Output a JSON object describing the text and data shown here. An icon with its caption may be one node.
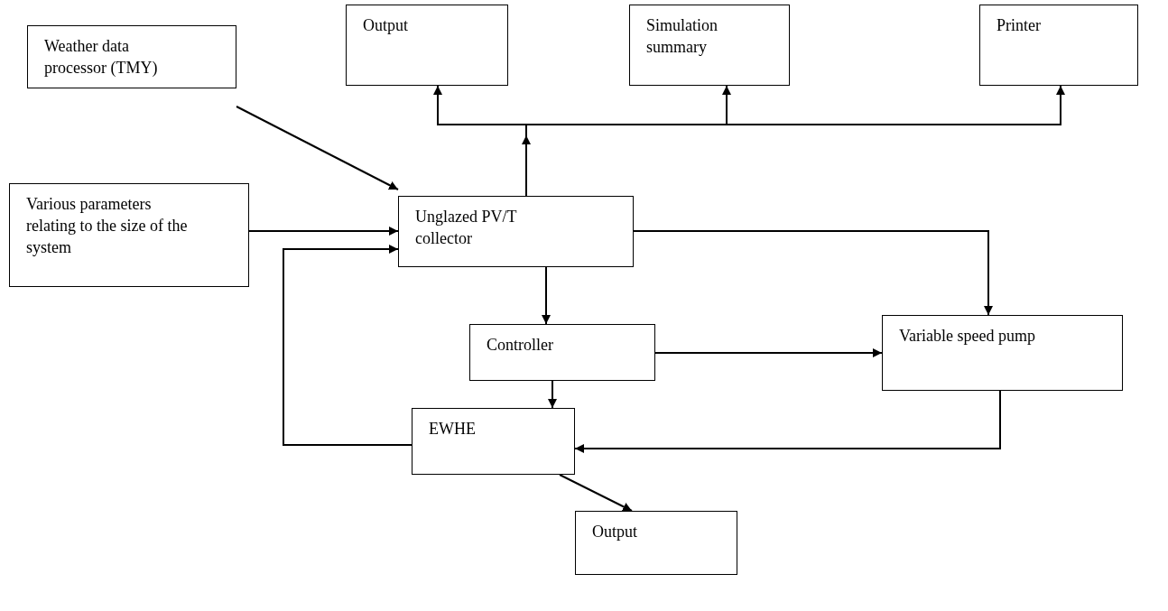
{
  "diagram": {
    "nodes": [
      {
        "text": [
          "Weather data processor (TMY)"
        ]
      },
      {
        "text": [
          "Output"
        ]
      },
      {
        "text": [
          "Simulation summary"
        ]
      },
      {
        "text": [
          "Printer"
        ]
      },
      {
        "text": [
          "Various parameters relating to the size of the system"
        ]
      },
      {
        "text": [
          "Unglazed PV/T collector"
        ]
      },
      {
        "text": [
          "Controller"
        ]
      },
      {
        "text": [
          "Variable speed pump"
        ]
      },
      {
        "text": [
          "EWHE"
        ]
      },
      {
        "text": [
          "Output"
        ]
      }
    ],
    "edges": [
      {
        "from": 0,
        "to": 5,
        "arrow": "to"
      },
      {
        "from": 4,
        "to": 5,
        "arrow": "to"
      },
      {
        "from": 8,
        "to": 5,
        "arrow": "to"
      },
      {
        "from": 5,
        "to": 1,
        "arrow": "to"
      },
      {
        "from": 5,
        "to": 2,
        "arrow": "to"
      },
      {
        "from": 5,
        "to": 3,
        "arrow": "to"
      },
      {
        "from": 5,
        "to": 7,
        "arrow": "to"
      },
      {
        "from": 5,
        "to": 6,
        "arrow": "to"
      },
      {
        "from": 6,
        "to": 7,
        "arrow": "to"
      },
      {
        "from": 6,
        "to": 8,
        "arrow": "to"
      },
      {
        "from": 7,
        "to": 8,
        "arrow": "to"
      },
      {
        "from": 8,
        "to": 9,
        "arrow": "to"
      }
    ]
  }
}
